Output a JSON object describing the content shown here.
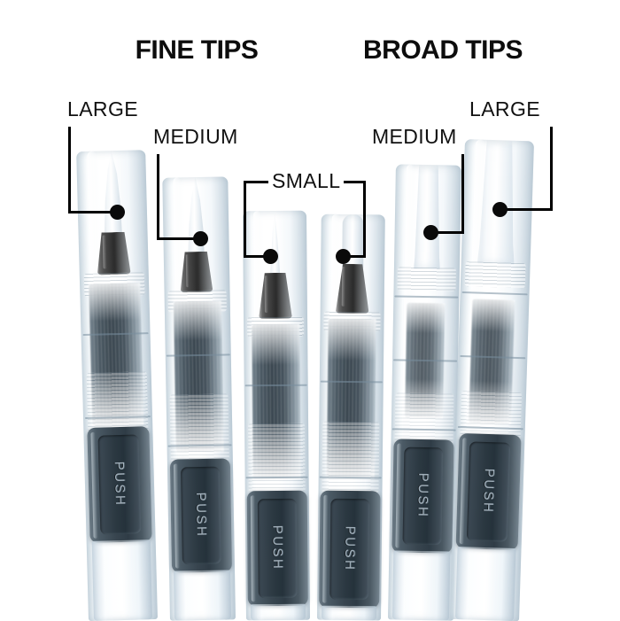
{
  "headings": {
    "fine": "FINE TIPS",
    "broad": "BROAD TIPS"
  },
  "callouts": [
    {
      "id": "fine-large",
      "label": "LARGE"
    },
    {
      "id": "fine-medium",
      "label": "MEDIUM"
    },
    {
      "id": "fine-small",
      "label": "SMALL"
    },
    {
      "id": "broad-medium",
      "label": "MEDIUM"
    },
    {
      "id": "broad-large",
      "label": "LARGE"
    }
  ],
  "pens": [
    {
      "id": "pen-1",
      "group": "fine",
      "size": "large",
      "tip": "pointed-brush",
      "grip_text": "PUSH"
    },
    {
      "id": "pen-2",
      "group": "fine",
      "size": "medium",
      "tip": "pointed-brush",
      "grip_text": "PUSH"
    },
    {
      "id": "pen-3",
      "group": "fine",
      "size": "small",
      "tip": "needle-point",
      "grip_text": "PUSH"
    },
    {
      "id": "pen-4",
      "group": "fine",
      "size": "small",
      "tip": "bullet-point",
      "grip_text": "PUSH"
    },
    {
      "id": "pen-5",
      "group": "broad",
      "size": "medium",
      "tip": "flat-chisel",
      "grip_text": "PUSH"
    },
    {
      "id": "pen-6",
      "group": "broad",
      "size": "large",
      "tip": "flat-chisel",
      "grip_text": "PUSH"
    }
  ],
  "colors": {
    "heading": "#0d0d0d",
    "label": "#111111",
    "leader_line": "#000000",
    "dot": "#0a0a0a",
    "grip": "#38454f",
    "ferrule": "#0d0d0d",
    "ink_reservoir": "#3f4e59",
    "tip": "#eef3f7",
    "background": "#ffffff"
  }
}
